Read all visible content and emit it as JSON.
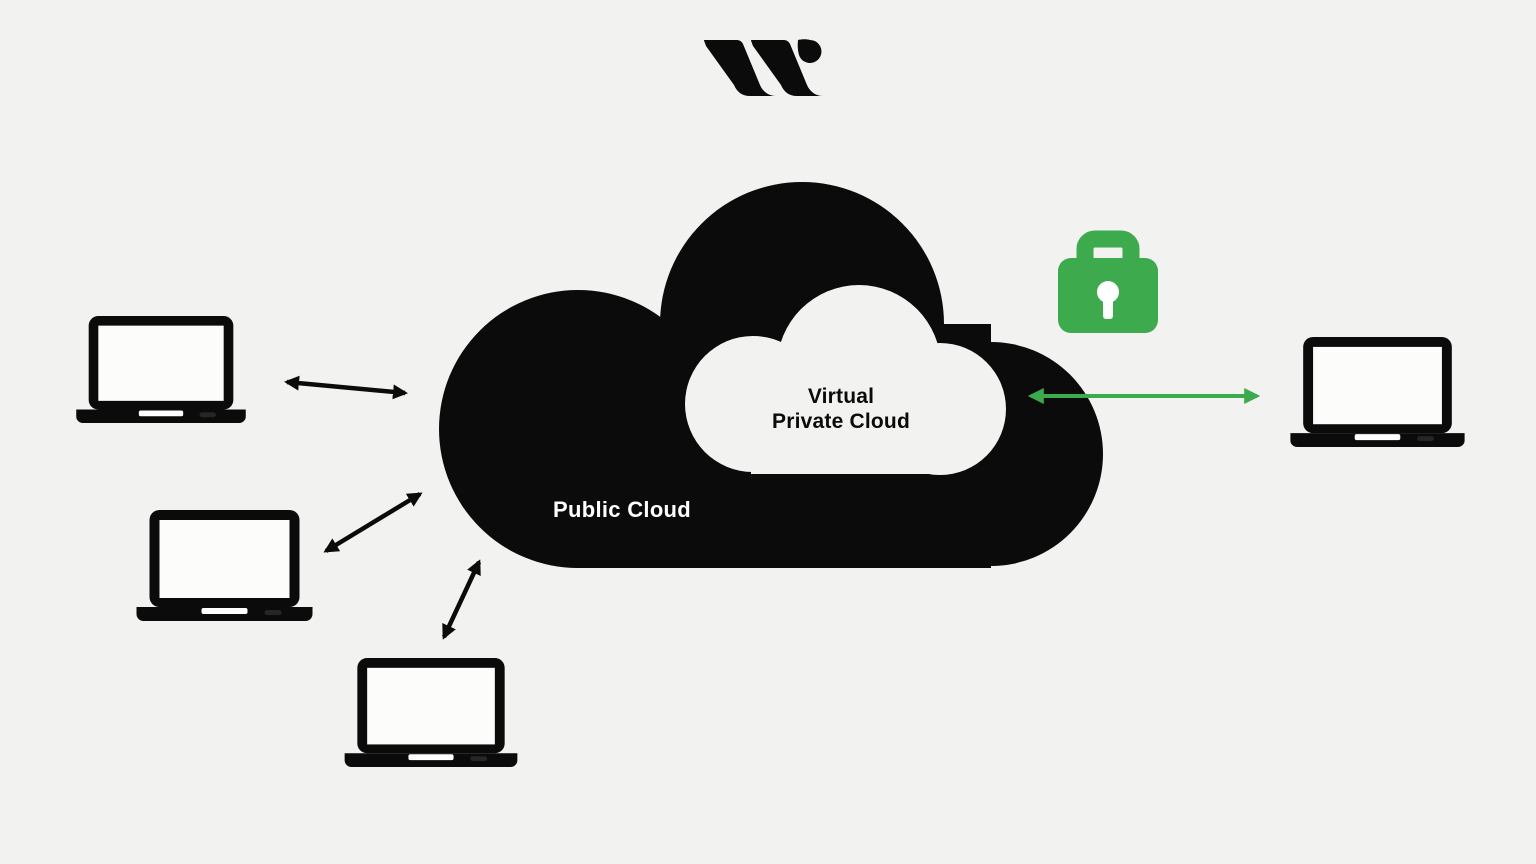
{
  "title": "Virtual Private Cloud diagram",
  "colors": {
    "background": "#f2f2f0",
    "ink": "#0b0b0b",
    "accent_green": "#3DAA4D",
    "white": "#ffffff"
  },
  "logo": {
    "name": "writer-logo-mark"
  },
  "clouds": {
    "public": {
      "label": "Public Cloud"
    },
    "vpc": {
      "label_line1": "Virtual",
      "label_line2": "Private Cloud"
    }
  },
  "icons": {
    "lock": "padlock-icon",
    "laptop": "laptop-icon",
    "black_arrow": "bidirectional-arrow",
    "green_arrow": "secure-bidirectional-arrow"
  },
  "devices": {
    "left_laptop_count": 3,
    "right_laptop_count": 1
  },
  "connections": [
    {
      "from": "laptop-left-1",
      "to": "public-cloud",
      "style": "black",
      "bidirectional": true
    },
    {
      "from": "laptop-left-2",
      "to": "public-cloud",
      "style": "black",
      "bidirectional": true
    },
    {
      "from": "laptop-left-3",
      "to": "public-cloud",
      "style": "black",
      "bidirectional": true
    },
    {
      "from": "laptop-right",
      "to": "virtual-private-cloud",
      "style": "green-secure",
      "bidirectional": true
    }
  ]
}
